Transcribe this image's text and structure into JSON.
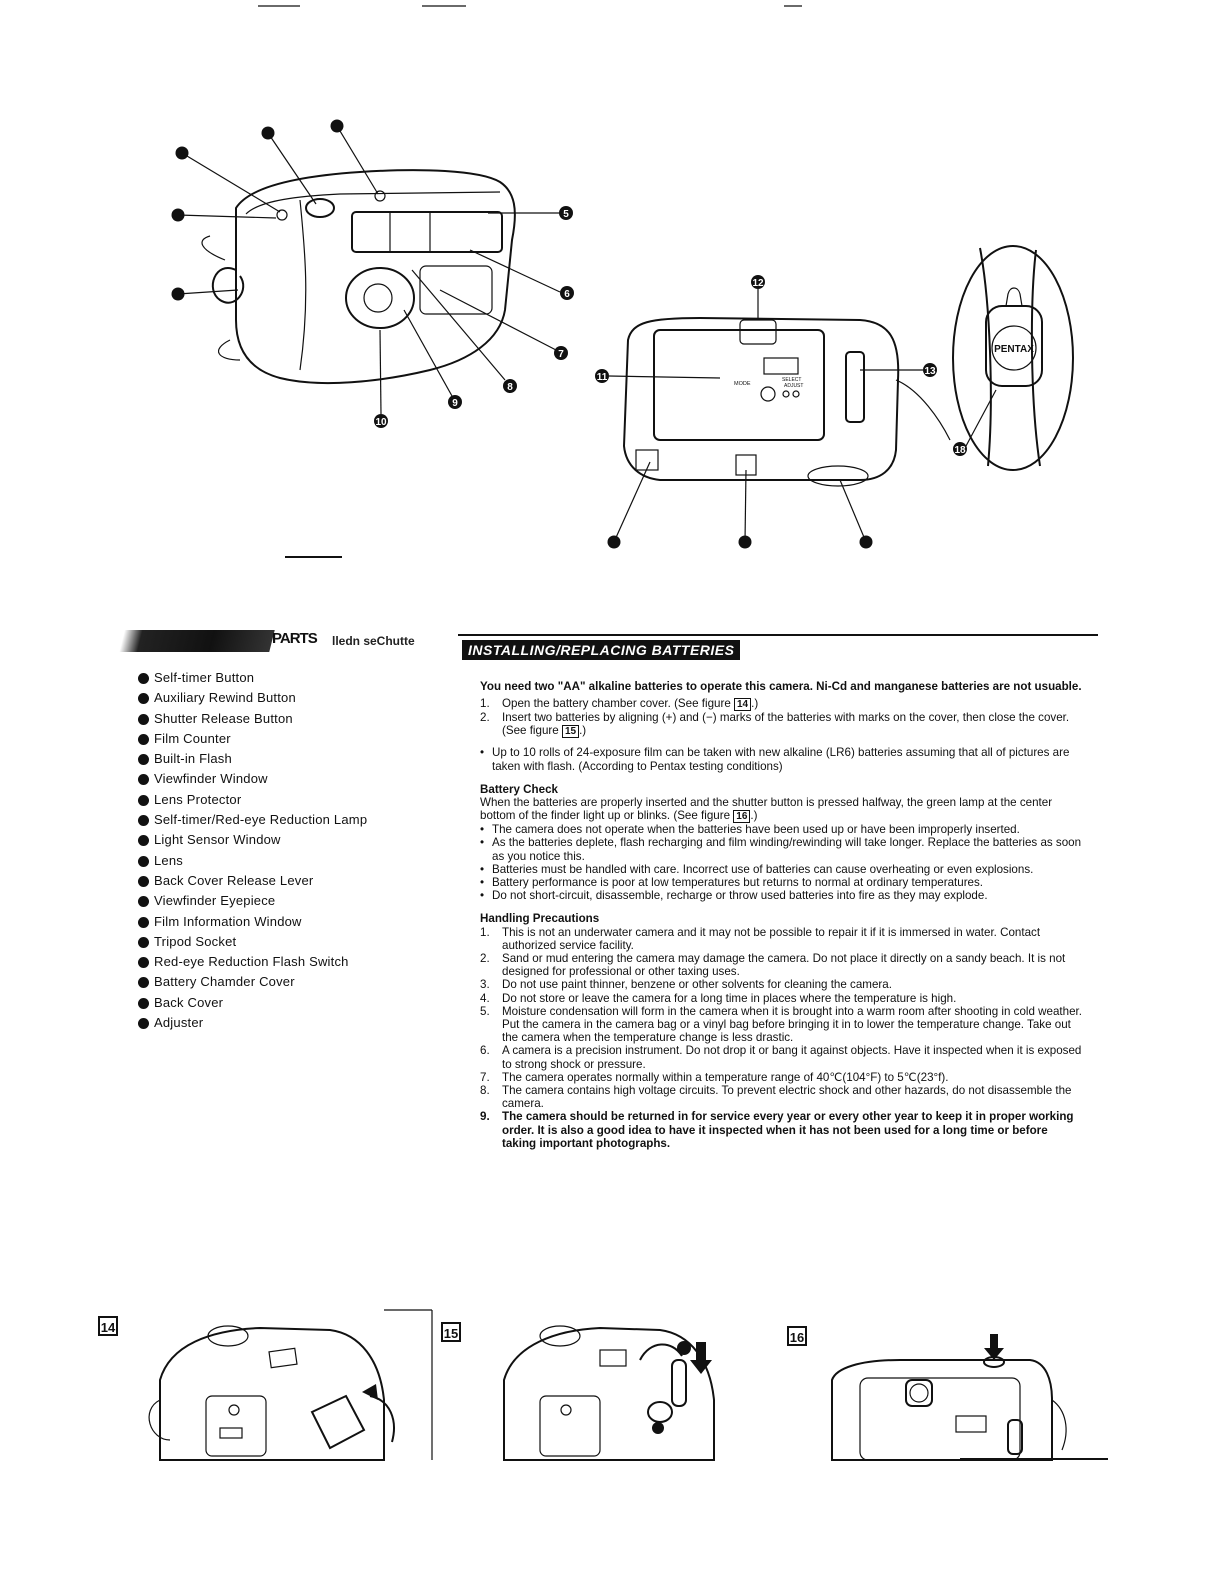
{
  "parts_section": {
    "header_label": "PARTS",
    "header_suffix": "lledn seChutte",
    "items": [
      "Self-timer Button",
      "Auxiliary Rewind Button",
      "Shutter Release Button",
      "Film Counter",
      "Built-in Flash",
      "Viewfinder Window",
      "Lens Protector",
      "Self-timer/Red-eye Reduction Lamp",
      "Light Sensor Window",
      "Lens",
      "Back Cover Release Lever",
      "Viewfinder Eyepiece",
      "Film Information Window",
      "Tripod Socket",
      "Red-eye Reduction Flash Switch",
      "Battery Chamder Cover",
      "Back Cover",
      "Adjuster"
    ]
  },
  "diagram": {
    "front_numbers": [
      "5",
      "6",
      "7",
      "8",
      "9",
      "10"
    ],
    "back_numbers": [
      "12",
      "11",
      "13",
      "18"
    ],
    "mode_label": "MODE",
    "select_label": "SELECT",
    "adjust_label": "ADJUST",
    "brand": "PENTAX"
  },
  "batteries": {
    "title": "INSTALLING/REPLACING BATTERIES",
    "intro": "You need two \"AA\" alkaline batteries to operate this camera.  Ni-Cd and manganese batteries are not usuable.",
    "steps": [
      {
        "n": "1.",
        "pre": "Open the battery chamber cover. (See figure ",
        "fig": "14",
        "post": ".)"
      },
      {
        "n": "2.",
        "pre": "Insert two batteries by aligning (+) and (−) marks of the batteries with marks on the cover, then close the cover. (See figure ",
        "fig": "15",
        "post": ".)"
      }
    ],
    "note": "Up to 10 rolls of 24-exposure film can be taken with new alkaline (LR6) batteries assuming that all of pictures are taken with flash. (According to Pentax testing conditions)",
    "check_heading": "Battery Check",
    "check_text_pre": "When the batteries are properly inserted and the shutter button is pressed halfway, the green lamp at the center bottom of the finder light up or blinks. (See figure ",
    "check_fig": "16",
    "check_text_post": ".)",
    "check_bullets": [
      "The camera does not operate when the batteries have been used up or have been improperly inserted.",
      "As the batteries deplete, flash recharging and film winding/rewinding will take longer. Replace the batteries as soon as you notice this.",
      "Batteries must be handled with care. Incorrect use of batteries can cause overheating or even explosions.",
      "Battery performance is poor at low temperatures but returns to normal at ordinary temperatures.",
      "Do not short-circuit, disassemble, recharge or throw used batteries into fire as they may explode."
    ],
    "precautions_heading": "Handling Precautions",
    "precautions": [
      {
        "n": "1.",
        "t": "This is not an underwater camera and it may not be possible to repair it if it is immersed in water. Contact authorized service facility."
      },
      {
        "n": "2.",
        "t": "Sand or mud entering the camera may damage the camera. Do not place it directly on a sandy beach. It is not designed for professional or other taxing uses."
      },
      {
        "n": "3.",
        "t": "Do not use paint thinner, benzene or other solvents for cleaning the camera."
      },
      {
        "n": "4.",
        "t": "Do not store or leave the camera for a long time in places where the temperature is high."
      },
      {
        "n": "5.",
        "t": "Moisture condensation will form in the camera when it is brought into a warm room after shooting in cold weather. Put the camera in the camera bag or a vinyl bag before bringing it in to lower the temperature change. Take out the camera when the temperature change is less drastic."
      },
      {
        "n": "6.",
        "t": "A camera is a precision instrument. Do not drop it or bang it against objects. Have it inspected when it is exposed to strong shock or pressure."
      },
      {
        "n": "7.",
        "t": "The camera operates normally within a temperature range of 40℃(104°F) to  5℃(23°f)."
      },
      {
        "n": "8.",
        "t": "The camera contains high voltage circuits. To prevent electric shock and other hazards, do not disassemble the camera."
      },
      {
        "n": "9.",
        "t": "The camera should be returned in for service every year or every other year to keep it in proper working order. It is also a good idea to have it inspected when it has not been used for a long time or before taking important photographs."
      }
    ]
  },
  "figures": {
    "fig14": "14",
    "fig15": "15",
    "fig16": "16"
  }
}
